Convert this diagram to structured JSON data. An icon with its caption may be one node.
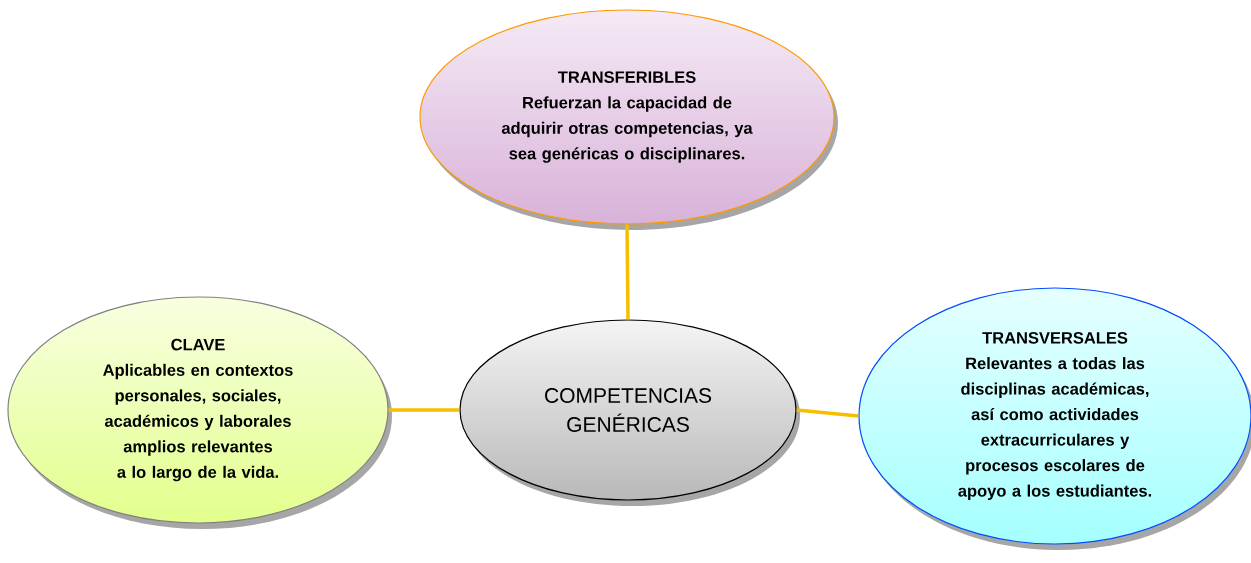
{
  "diagram": {
    "nodes": [
      {
        "text": [
          "COMPETENCIAS GENÉRICAS"
        ]
      },
      {
        "text": [
          "TRANSFERIBLES",
          "Refuerzan la capacidad de adquirir otras competencias, ya sea genéricas o disciplinares."
        ]
      },
      {
        "text": [
          "CLAVE",
          "Aplicables en contextos personales, sociales, académicos y laborales amplios relevantes a lo largo de la vida."
        ]
      },
      {
        "text": [
          "TRANSVERSALES",
          "Relevantes a todas las disciplinas académicas, así como actividades extracurriculares y procesos escolares de apoyo a los estudiantes."
        ]
      }
    ],
    "edges": [
      {
        "from": 0,
        "to": 1,
        "arrow": "none"
      },
      {
        "from": 0,
        "to": 2,
        "arrow": "none"
      },
      {
        "from": 0,
        "to": 3,
        "arrow": "none"
      }
    ]
  }
}
